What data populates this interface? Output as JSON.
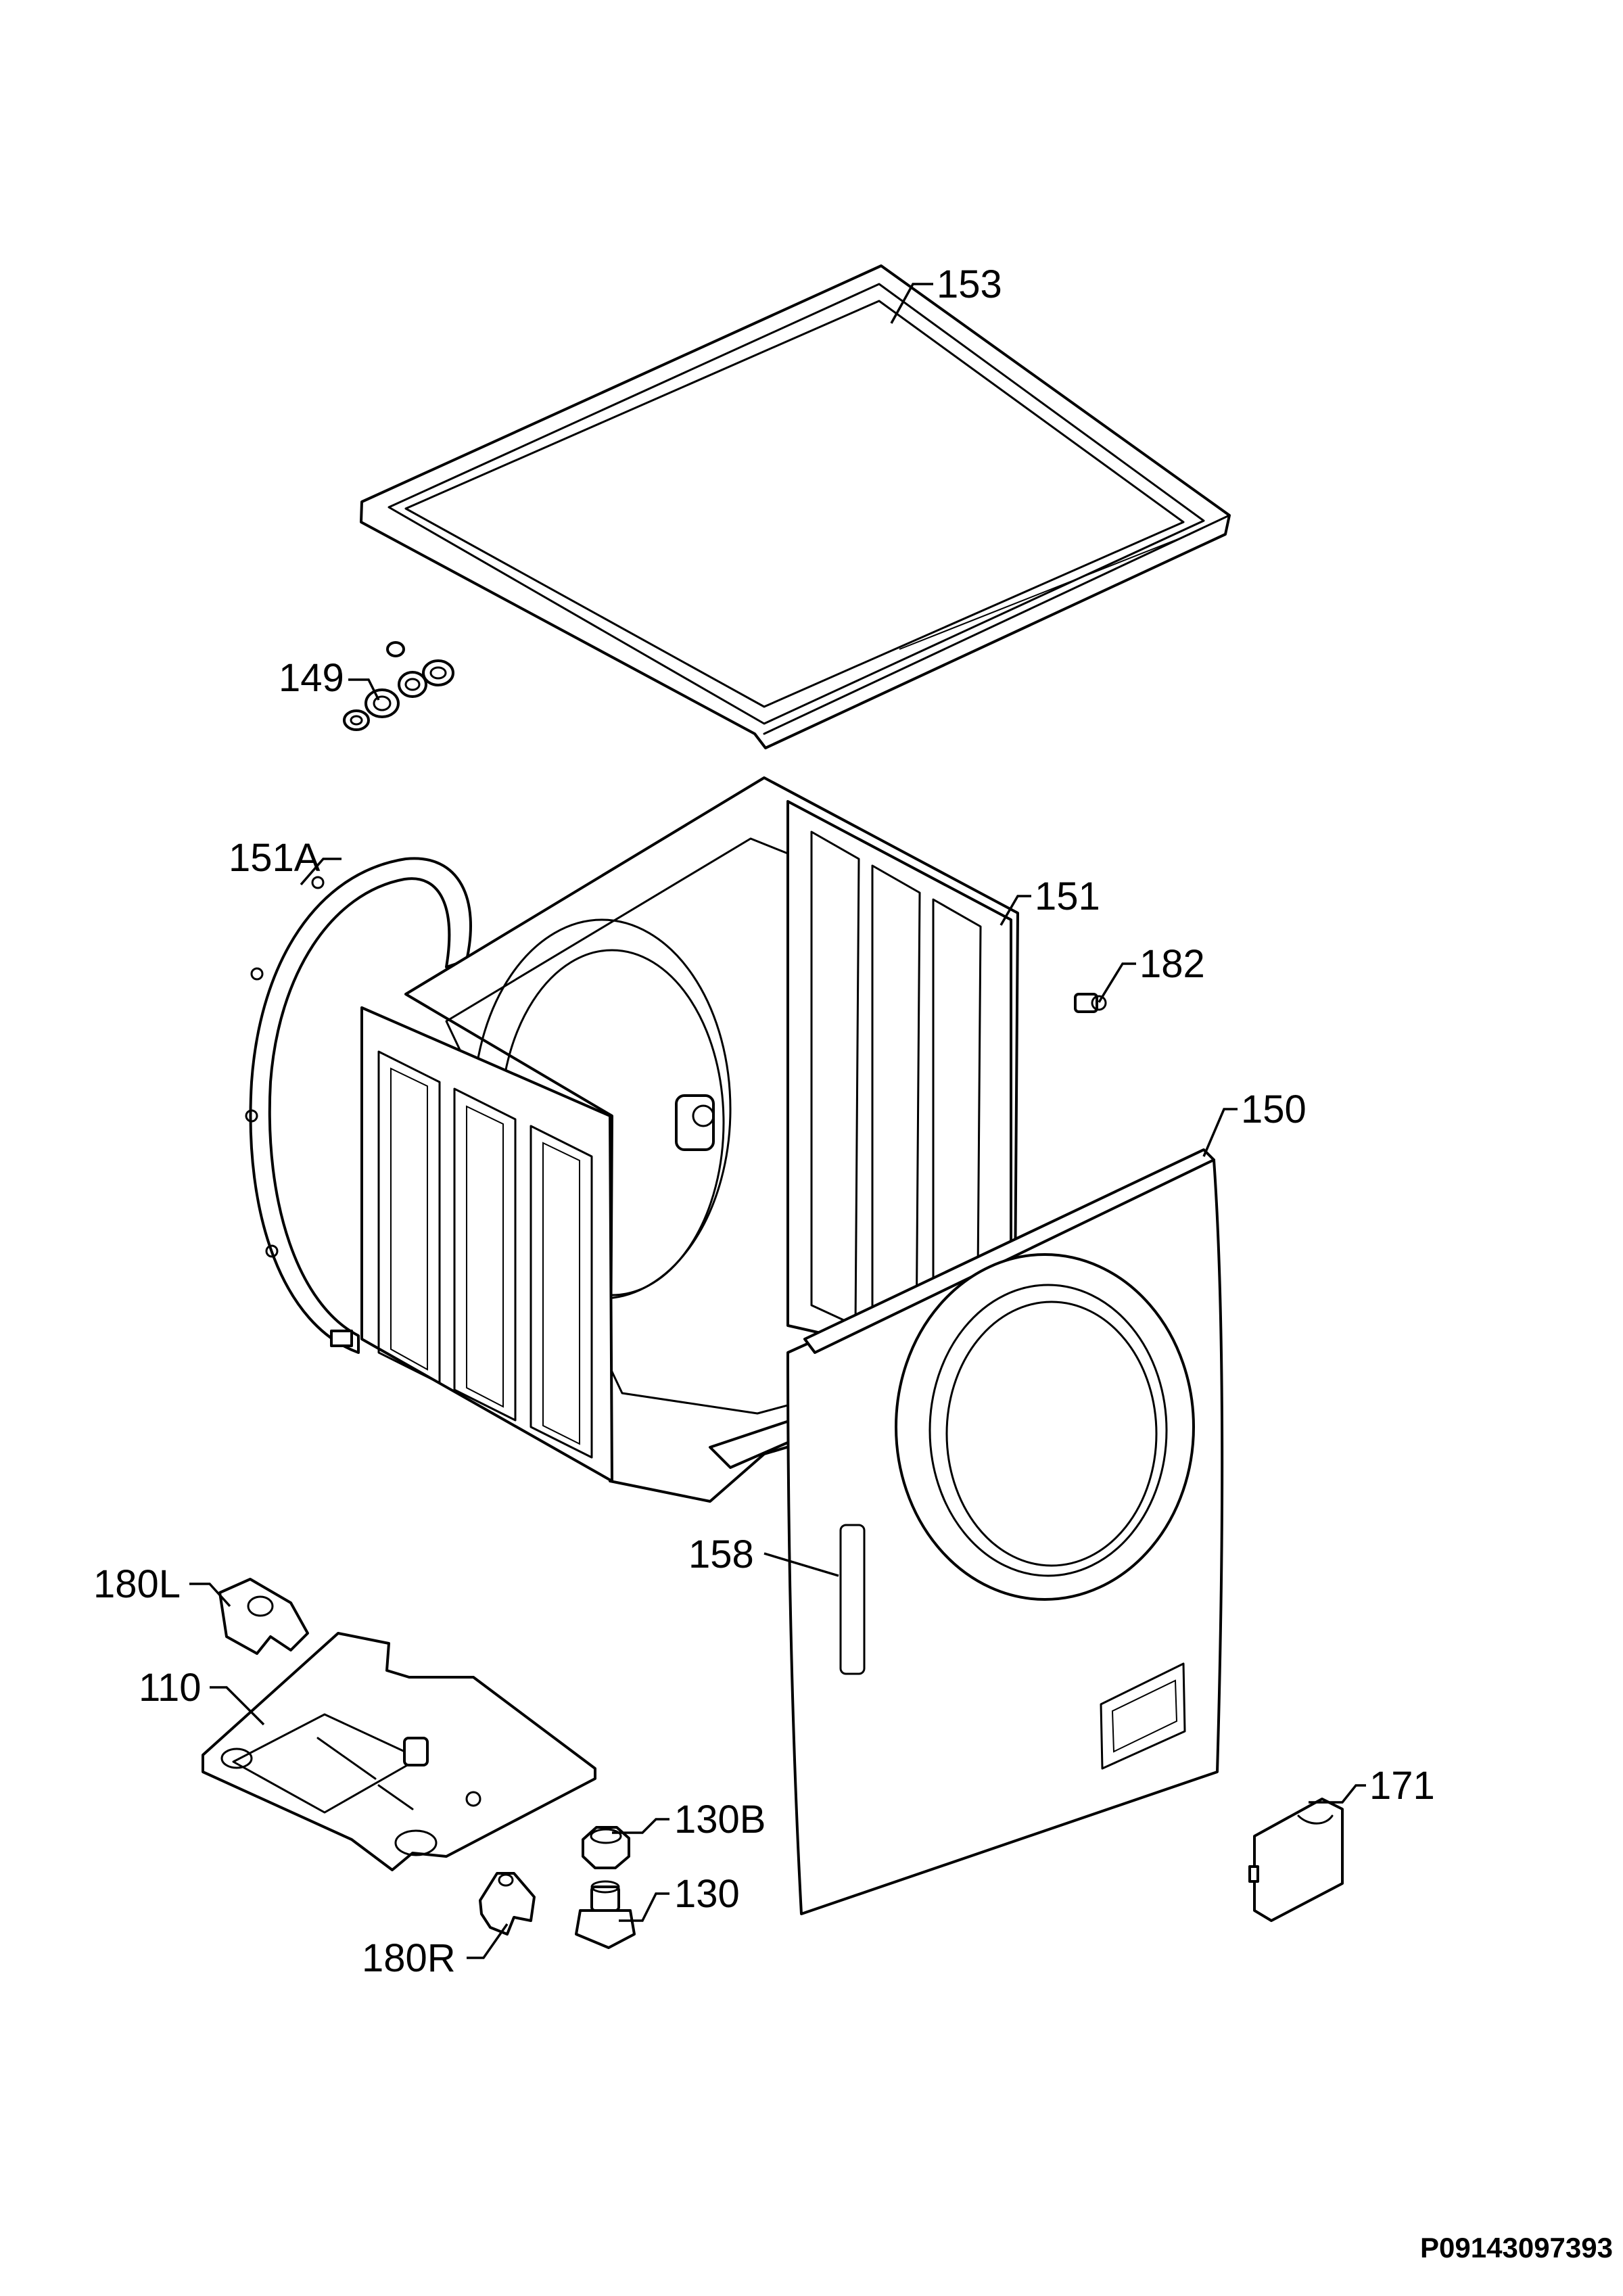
{
  "callouts": {
    "c153": "153",
    "c149": "149",
    "c151A": "151A",
    "c151": "151",
    "c182": "182",
    "c150": "150",
    "c158": "158",
    "c180L": "180L",
    "c110": "110",
    "c130B": "130B",
    "c130": "130",
    "c171": "171",
    "c180R": "180R"
  },
  "drawing_code": "P09143097393"
}
